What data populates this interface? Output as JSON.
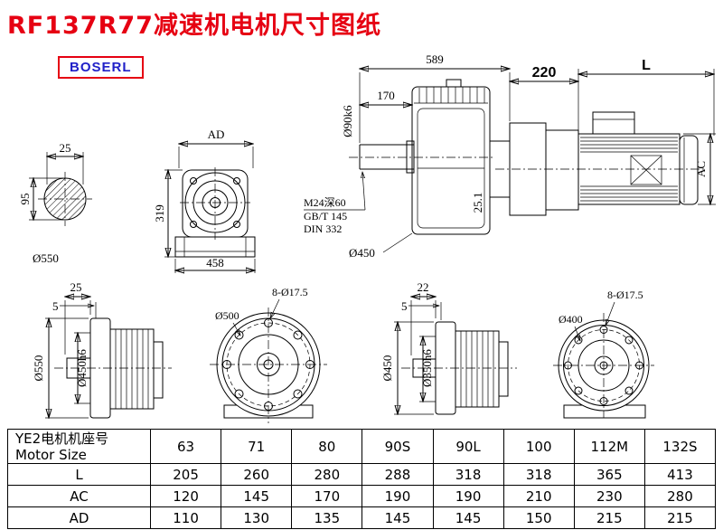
{
  "page": {
    "title": "RF137R77减速机电机尺寸图纸"
  },
  "logo": {
    "text": "BOSERL"
  },
  "views": {
    "shaft_section": {
      "dim_top": "25",
      "dim_left": "95",
      "label_dia": "Ø550"
    },
    "front_small": {
      "dim_top": "AD",
      "dim_left": "319",
      "dim_bottom": "458"
    },
    "side_main": {
      "dim_total": "589",
      "dim_shaft_len": "170",
      "shaft_dia": "Ø90k6",
      "thread_note1": "M24深60",
      "thread_note2": "GB/T 145",
      "thread_note3": "DIN 332",
      "flange_dia": "Ø450",
      "key_dim": "25.1"
    },
    "motor": {
      "dim_adapter": "220",
      "dim_len": "L",
      "dim_height": "AC"
    },
    "flange_side_1": {
      "dim_1": "25",
      "dim_2": "5",
      "dia_outer": "Ø550",
      "dia_spigot": "Ø450h6"
    },
    "flange_front_1": {
      "holes": "8-Ø17.5",
      "bolt_circle": "Ø500"
    },
    "flange_side_2": {
      "dim_1": "22",
      "dim_2": "5",
      "dia_outer": "Ø450",
      "dia_spigot": "Ø350h6"
    },
    "flange_front_2": {
      "holes": "8-Ø17.5",
      "dia": "Ø400"
    }
  },
  "table": {
    "header_cn": "YE2电机机座号",
    "header_en": "Motor Size",
    "sizes": [
      "63",
      "71",
      "80",
      "90S",
      "90L",
      "100",
      "112M",
      "132S"
    ],
    "rows": [
      {
        "label": "L",
        "values": [
          "205",
          "260",
          "280",
          "288",
          "318",
          "318",
          "365",
          "413"
        ]
      },
      {
        "label": "AC",
        "values": [
          "120",
          "145",
          "170",
          "190",
          "190",
          "210",
          "230",
          "280"
        ]
      },
      {
        "label": "AD",
        "values": [
          "110",
          "130",
          "135",
          "145",
          "145",
          "150",
          "215",
          "215"
        ]
      }
    ]
  }
}
